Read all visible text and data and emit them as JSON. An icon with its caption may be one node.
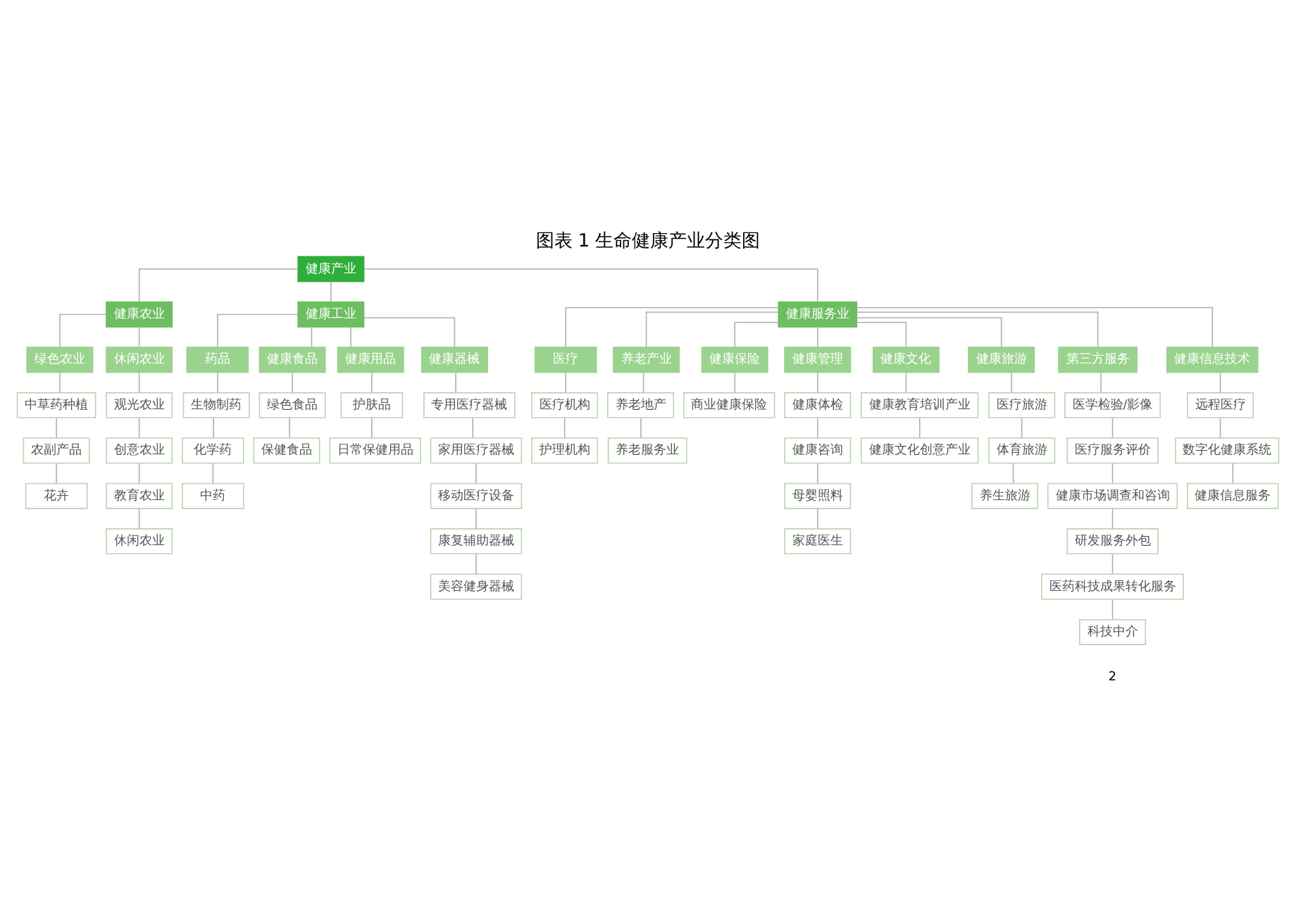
{
  "diagram": {
    "title": "图表 1 生命健康产业分类图",
    "nodes": [
      {
        "text": [
          "健康产业"
        ]
      },
      {
        "text": [
          "健康农业"
        ]
      },
      {
        "text": [
          "健康工业"
        ]
      },
      {
        "text": [
          "健康服务业"
        ]
      },
      {
        "text": [
          "绿色农业"
        ]
      },
      {
        "text": [
          "休闲农业"
        ]
      },
      {
        "text": [
          "药品"
        ]
      },
      {
        "text": [
          "健康食品"
        ]
      },
      {
        "text": [
          "健康用品"
        ]
      },
      {
        "text": [
          "健康器械"
        ]
      },
      {
        "text": [
          "医疗"
        ]
      },
      {
        "text": [
          "养老产业"
        ]
      },
      {
        "text": [
          "健康保险"
        ]
      },
      {
        "text": [
          "健康管理"
        ]
      },
      {
        "text": [
          "健康文化"
        ]
      },
      {
        "text": [
          "健康旅游"
        ]
      },
      {
        "text": [
          "第三方服务"
        ]
      },
      {
        "text": [
          "健康信息技术"
        ]
      },
      {
        "text": [
          "中草药种植"
        ]
      },
      {
        "text": [
          "农副产品"
        ]
      },
      {
        "text": [
          "花卉"
        ]
      },
      {
        "text": [
          "观光农业"
        ]
      },
      {
        "text": [
          "创意农业"
        ]
      },
      {
        "text": [
          "教育农业"
        ]
      },
      {
        "text": [
          "休闲农业"
        ]
      },
      {
        "text": [
          "生物制药"
        ]
      },
      {
        "text": [
          "化学药"
        ]
      },
      {
        "text": [
          "中药"
        ]
      },
      {
        "text": [
          "绿色食品"
        ]
      },
      {
        "text": [
          "保健食品"
        ]
      },
      {
        "text": [
          "护肤品"
        ]
      },
      {
        "text": [
          "日常保健用品"
        ]
      },
      {
        "text": [
          "专用医疗器械"
        ]
      },
      {
        "text": [
          "家用医疗器械"
        ]
      },
      {
        "text": [
          "移动医疗设备"
        ]
      },
      {
        "text": [
          "康复辅助器械"
        ]
      },
      {
        "text": [
          "美容健身器械"
        ]
      },
      {
        "text": [
          "医疗机构"
        ]
      },
      {
        "text": [
          "护理机构"
        ]
      },
      {
        "text": [
          "养老地产"
        ]
      },
      {
        "text": [
          "养老服务业"
        ]
      },
      {
        "text": [
          "商业健康保险"
        ]
      },
      {
        "text": [
          "健康体检"
        ]
      },
      {
        "text": [
          "健康咨询"
        ]
      },
      {
        "text": [
          "母婴照料"
        ]
      },
      {
        "text": [
          "家庭医生"
        ]
      },
      {
        "text": [
          "健康教育培训产业"
        ]
      },
      {
        "text": [
          "健康文化创意产业"
        ]
      },
      {
        "text": [
          "医疗旅游"
        ]
      },
      {
        "text": [
          "体育旅游"
        ]
      },
      {
        "text": [
          "养生旅游"
        ]
      },
      {
        "text": [
          "医学检验/影像"
        ]
      },
      {
        "text": [
          "医疗服务评价"
        ]
      },
      {
        "text": [
          "健康市场调查和咨询"
        ]
      },
      {
        "text": [
          "研发服务外包"
        ]
      },
      {
        "text": [
          "医药科技成果转化服务"
        ]
      },
      {
        "text": [
          "科技中介"
        ]
      },
      {
        "text": [
          "远程医疗"
        ]
      },
      {
        "text": [
          "数字化健康系统"
        ]
      },
      {
        "text": [
          "健康信息服务"
        ]
      }
    ],
    "edges": [
      {
        "from": 0,
        "to": 1,
        "arrow": "none"
      },
      {
        "from": 0,
        "to": 2,
        "arrow": "none"
      },
      {
        "from": 0,
        "to": 3,
        "arrow": "none"
      },
      {
        "from": 1,
        "to": 4,
        "arrow": "none"
      },
      {
        "from": 1,
        "to": 5,
        "arrow": "none"
      },
      {
        "from": 2,
        "to": 6,
        "arrow": "none"
      },
      {
        "from": 2,
        "to": 7,
        "arrow": "none"
      },
      {
        "from": 2,
        "to": 8,
        "arrow": "none"
      },
      {
        "from": 2,
        "to": 9,
        "arrow": "none"
      },
      {
        "from": 3,
        "to": 10,
        "arrow": "none"
      },
      {
        "from": 3,
        "to": 11,
        "arrow": "none"
      },
      {
        "from": 3,
        "to": 12,
        "arrow": "none"
      },
      {
        "from": 3,
        "to": 13,
        "arrow": "none"
      },
      {
        "from": 3,
        "to": 14,
        "arrow": "none"
      },
      {
        "from": 3,
        "to": 15,
        "arrow": "none"
      },
      {
        "from": 3,
        "to": 16,
        "arrow": "none"
      },
      {
        "from": 3,
        "to": 17,
        "arrow": "none"
      },
      {
        "from": 4,
        "to": 18,
        "arrow": "none"
      },
      {
        "from": 18,
        "to": 19,
        "arrow": "none"
      },
      {
        "from": 19,
        "to": 20,
        "arrow": "none"
      },
      {
        "from": 5,
        "to": 21,
        "arrow": "none"
      },
      {
        "from": 21,
        "to": 22,
        "arrow": "none"
      },
      {
        "from": 22,
        "to": 23,
        "arrow": "none"
      },
      {
        "from": 23,
        "to": 24,
        "arrow": "none"
      },
      {
        "from": 6,
        "to": 25,
        "arrow": "none"
      },
      {
        "from": 25,
        "to": 26,
        "arrow": "none"
      },
      {
        "from": 26,
        "to": 27,
        "arrow": "none"
      },
      {
        "from": 7,
        "to": 28,
        "arrow": "none"
      },
      {
        "from": 28,
        "to": 29,
        "arrow": "none"
      },
      {
        "from": 8,
        "to": 30,
        "arrow": "none"
      },
      {
        "from": 30,
        "to": 31,
        "arrow": "none"
      },
      {
        "from": 9,
        "to": 32,
        "arrow": "none"
      },
      {
        "from": 32,
        "to": 33,
        "arrow": "none"
      },
      {
        "from": 33,
        "to": 34,
        "arrow": "none"
      },
      {
        "from": 34,
        "to": 35,
        "arrow": "none"
      },
      {
        "from": 35,
        "to": 36,
        "arrow": "none"
      },
      {
        "from": 10,
        "to": 37,
        "arrow": "none"
      },
      {
        "from": 37,
        "to": 38,
        "arrow": "none"
      },
      {
        "from": 11,
        "to": 39,
        "arrow": "none"
      },
      {
        "from": 39,
        "to": 40,
        "arrow": "none"
      },
      {
        "from": 12,
        "to": 41,
        "arrow": "none"
      },
      {
        "from": 13,
        "to": 42,
        "arrow": "none"
      },
      {
        "from": 42,
        "to": 43,
        "arrow": "none"
      },
      {
        "from": 43,
        "to": 44,
        "arrow": "none"
      },
      {
        "from": 44,
        "to": 45,
        "arrow": "none"
      },
      {
        "from": 14,
        "to": 46,
        "arrow": "none"
      },
      {
        "from": 46,
        "to": 47,
        "arrow": "none"
      },
      {
        "from": 15,
        "to": 48,
        "arrow": "none"
      },
      {
        "from": 48,
        "to": 49,
        "arrow": "none"
      },
      {
        "from": 49,
        "to": 50,
        "arrow": "none"
      },
      {
        "from": 16,
        "to": 51,
        "arrow": "none"
      },
      {
        "from": 51,
        "to": 52,
        "arrow": "none"
      },
      {
        "from": 52,
        "to": 53,
        "arrow": "none"
      },
      {
        "from": 53,
        "to": 54,
        "arrow": "none"
      },
      {
        "from": 54,
        "to": 55,
        "arrow": "none"
      },
      {
        "from": 55,
        "to": 56,
        "arrow": "none"
      },
      {
        "from": 17,
        "to": 57,
        "arrow": "none"
      },
      {
        "from": 57,
        "to": 58,
        "arrow": "none"
      },
      {
        "from": 58,
        "to": 59,
        "arrow": "none"
      }
    ],
    "labels": [
      "2"
    ]
  }
}
